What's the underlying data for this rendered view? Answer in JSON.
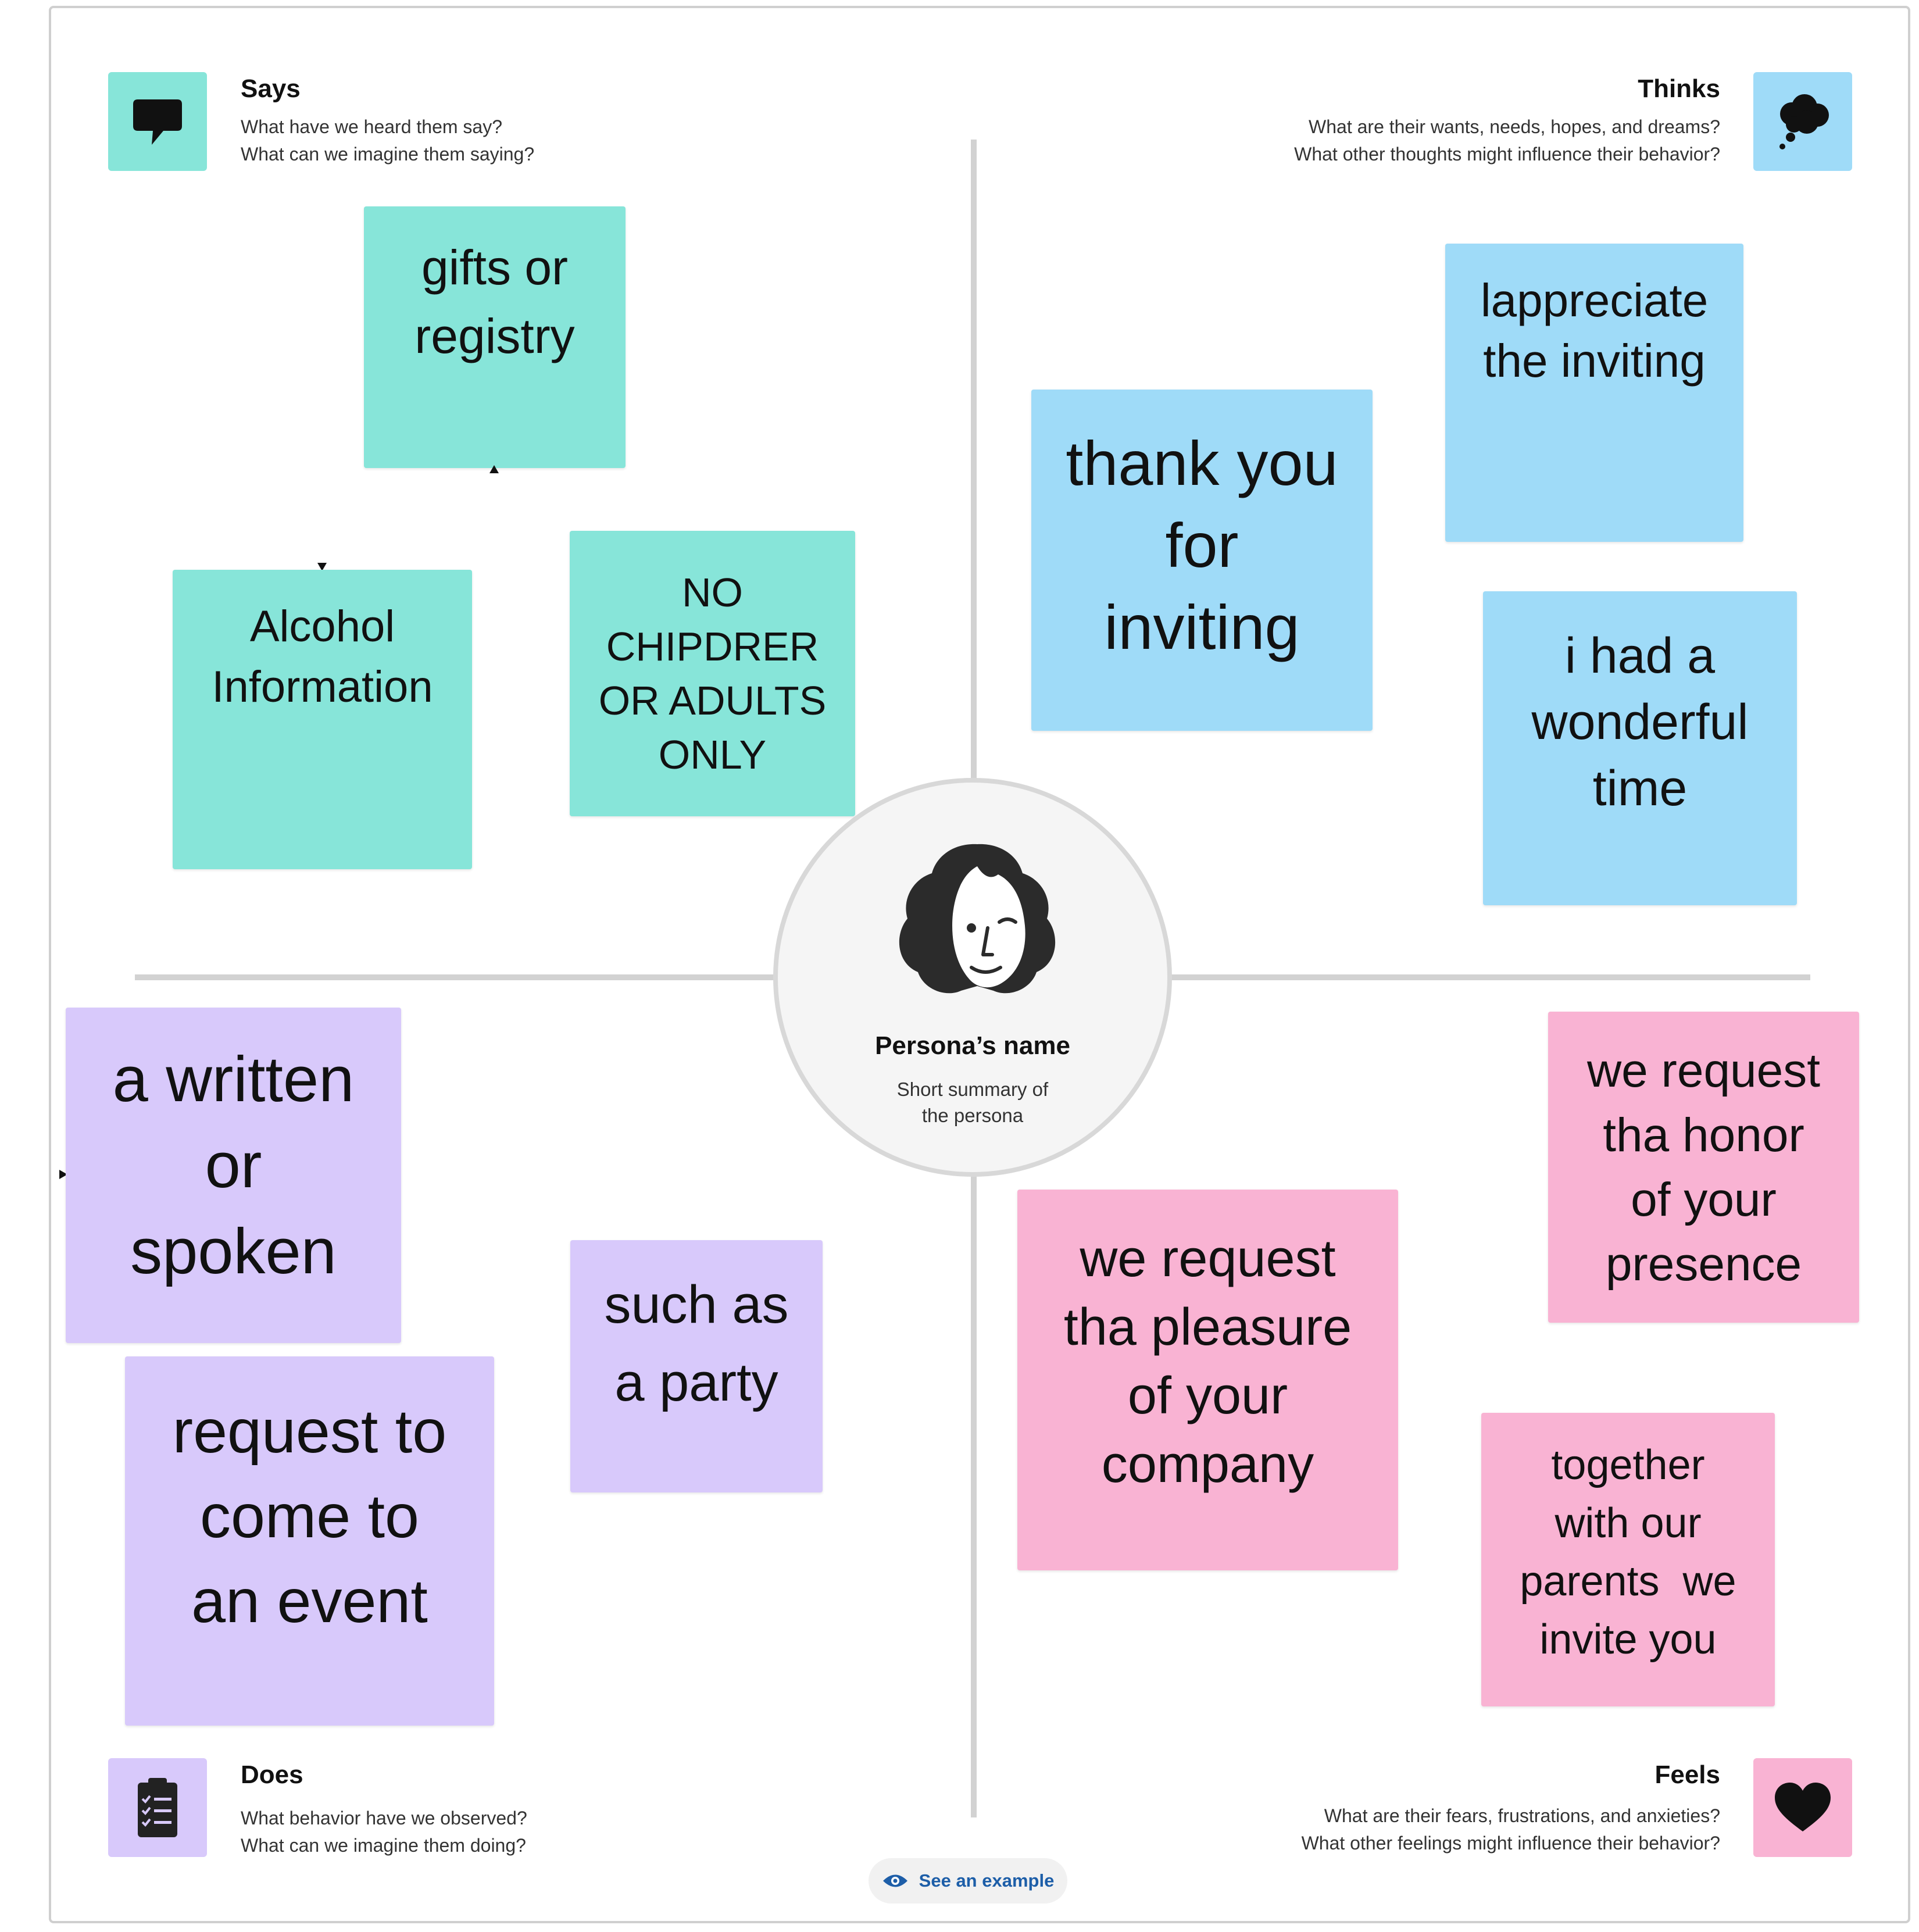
{
  "quadrants": {
    "says": {
      "title": "Says",
      "line1": "What have we heard them say?",
      "line2": "What can we imagine them saying?",
      "icon": "speech-bubble-icon",
      "color": "#87e5d9"
    },
    "thinks": {
      "title": "Thinks",
      "line1": "What are their wants, needs, hopes, and dreams?",
      "line2": "What other thoughts might influence their behavior?",
      "icon": "thought-cloud-icon",
      "color": "#9fdbf8"
    },
    "does": {
      "title": "Does",
      "line1": "What behavior have we observed?",
      "line2": "What can we imagine them doing?",
      "icon": "clipboard-checklist-icon",
      "color": "#d8c9fb"
    },
    "feels": {
      "title": "Feels",
      "line1": "What are their fears, frustrations, and anxieties?",
      "line2": "What other feelings might influence their behavior?",
      "icon": "heart-icon",
      "color": "#f9b3d3"
    }
  },
  "persona": {
    "name": "Persona’s name",
    "summary_line1": "Short summary of",
    "summary_line2": "the persona",
    "icon": "persona-face-icon"
  },
  "stickies": {
    "says": [
      {
        "lines": [
          "gifts or",
          "registry"
        ]
      },
      {
        "lines": [
          "Alcohol",
          "Information"
        ]
      },
      {
        "lines": [
          "NO",
          "CHIPDRER",
          "OR ADULTS",
          "ONLY"
        ]
      }
    ],
    "thinks": [
      {
        "lines": [
          "lappreciate",
          "the inviting"
        ]
      },
      {
        "lines": [
          "thank you",
          "for",
          "inviting"
        ]
      },
      {
        "lines": [
          "i had a",
          "wonderful",
          "time"
        ]
      }
    ],
    "does": [
      {
        "lines": [
          "a written",
          "or",
          "spoken"
        ]
      },
      {
        "lines": [
          "such as",
          "a party"
        ]
      },
      {
        "lines": [
          "request to",
          "come to",
          "an event"
        ]
      }
    ],
    "feels": [
      {
        "lines": [
          "we request",
          "tha honor",
          "of your",
          "presence"
        ]
      },
      {
        "lines": [
          "we request",
          "tha pleasure",
          "of your",
          "company"
        ]
      },
      {
        "lines": [
          "together",
          "with our",
          "parents  we",
          "invite you"
        ]
      }
    ]
  },
  "footer": {
    "see_example": "See an example",
    "icon": "eye-icon"
  }
}
